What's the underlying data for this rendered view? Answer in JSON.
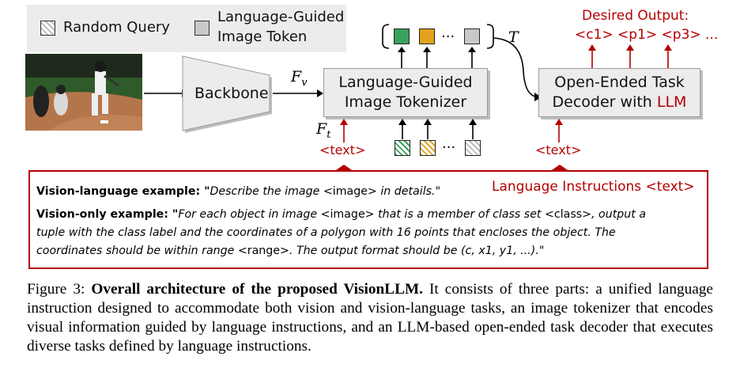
{
  "legend": {
    "random_query": "Random Query",
    "lang_guided_line1": "Language-Guided",
    "lang_guided_line2": "Image Token"
  },
  "boxes": {
    "backbone": "Backbone",
    "tokenizer_line1": "Language-Guided",
    "tokenizer_line2": "Image Tokenizer",
    "decoder_line1": "Open-Ended Task",
    "decoder_line2": "Decoder with ",
    "decoder_llm": "LLM"
  },
  "labels": {
    "fv_main": "F",
    "fv_sub": "v",
    "ft_main": "F",
    "ft_sub": "t",
    "t": "T",
    "text_tag_left": "<text>",
    "text_tag_right": "<text>",
    "ellipsis": "···",
    "desired_output_title": "Desired Output:",
    "desired_output_tokens": "<c1> <p1> <p3> ..."
  },
  "instructions": {
    "heading": "Language Instructions <text>",
    "vl_bold": "Vision-language example: \"",
    "vl_italic1": "Describe the image ",
    "vl_image": "<image>",
    "vl_italic2": " in details.",
    "vl_end": "\"",
    "vo_bold": "Vision-only example: \"",
    "vo_1a": "For each object in image ",
    "vo_1b": "<image>",
    "vo_1c": " that is a member of class set ",
    "vo_1d": "<class>",
    "vo_1e": ", output a",
    "vo_2": "tuple with the class label and the coordinates of a polygon with 16 points that encloses the object.  The",
    "vo_3a": "coordinates should be within range ",
    "vo_3b": "<range>",
    "vo_3c": ". The output format should be (c, x1, y1, ...).",
    "vo_3d": "\""
  },
  "caption": {
    "prefix": "Figure 3: ",
    "bold": "Overall architecture of the proposed VisionLLM.",
    "rest": " It consists of three parts: a unified language instruction designed to accommodate both vision and vision-language tasks, an image tokenizer that encodes visual information guided by language instructions, and an LLM-based open-ended task decoder that executes diverse tasks defined by language instructions."
  },
  "colors": {
    "accent_red": "#b40000",
    "token_green": "#3aa15a",
    "token_yellow": "#e3a21c",
    "token_gray": "#c8c8c8"
  }
}
